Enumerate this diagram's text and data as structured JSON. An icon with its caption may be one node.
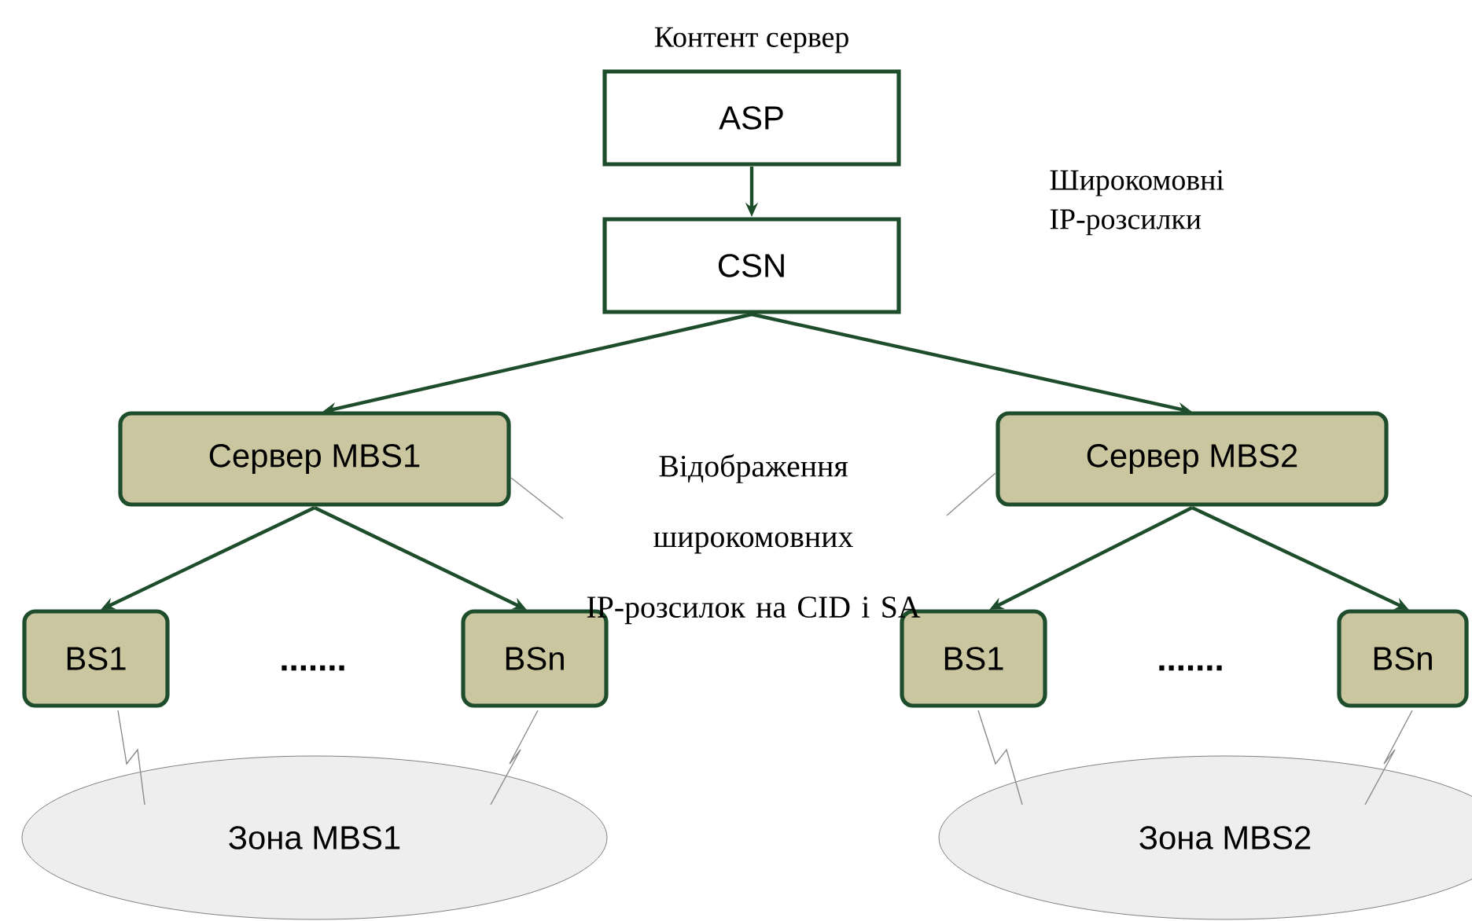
{
  "diagram": {
    "nodes": [
      {
        "text": [
          "ASP"
        ],
        "beside": [
          "Контент сервер"
        ]
      },
      {
        "text": [
          "CSN"
        ]
      },
      {
        "text": [
          "Сервер MBS1"
        ]
      },
      {
        "text": [
          "Сервер MBS2"
        ]
      },
      {
        "text": [
          "BS1"
        ]
      },
      {
        "text": [
          "BSn"
        ]
      },
      {
        "text": [
          "Зона MBS1"
        ]
      },
      {
        "text": [
          "BS1"
        ]
      },
      {
        "text": [
          "BSn"
        ]
      },
      {
        "text": [
          "Зона MBS2"
        ]
      },
      {
        "text": [
          "Відображення широкомовних IP-розсилок на CID і SA"
        ]
      }
    ],
    "edges": [
      {
        "from": 0,
        "to": 1,
        "arrow": "to"
      },
      {
        "from": 1,
        "to": 2,
        "arrow": "to"
      },
      {
        "from": 1,
        "to": 3,
        "arrow": "to"
      },
      {
        "from": 2,
        "to": 4,
        "arrow": "to"
      },
      {
        "from": 2,
        "to": 5,
        "arrow": "to"
      },
      {
        "from": 3,
        "to": 7,
        "arrow": "to"
      },
      {
        "from": 3,
        "to": 8,
        "arrow": "to"
      },
      {
        "from": 4,
        "to": 6,
        "arrow": "none",
        "color": "#8c8c8c"
      },
      {
        "from": 5,
        "to": 6,
        "arrow": "none",
        "color": "#8c8c8c"
      },
      {
        "from": 7,
        "to": 9,
        "arrow": "none",
        "color": "#8c8c8c"
      },
      {
        "from": 8,
        "to": 9,
        "arrow": "none",
        "color": "#8c8c8c"
      },
      {
        "from": 10,
        "to": 2,
        "arrow": "none",
        "color": "#8c8c8c"
      },
      {
        "from": 10,
        "to": 3,
        "arrow": "none",
        "color": "#8c8c8c"
      }
    ],
    "labels": [
      "Широкомовні IP-розсилки",
      ".......",
      "......."
    ]
  }
}
